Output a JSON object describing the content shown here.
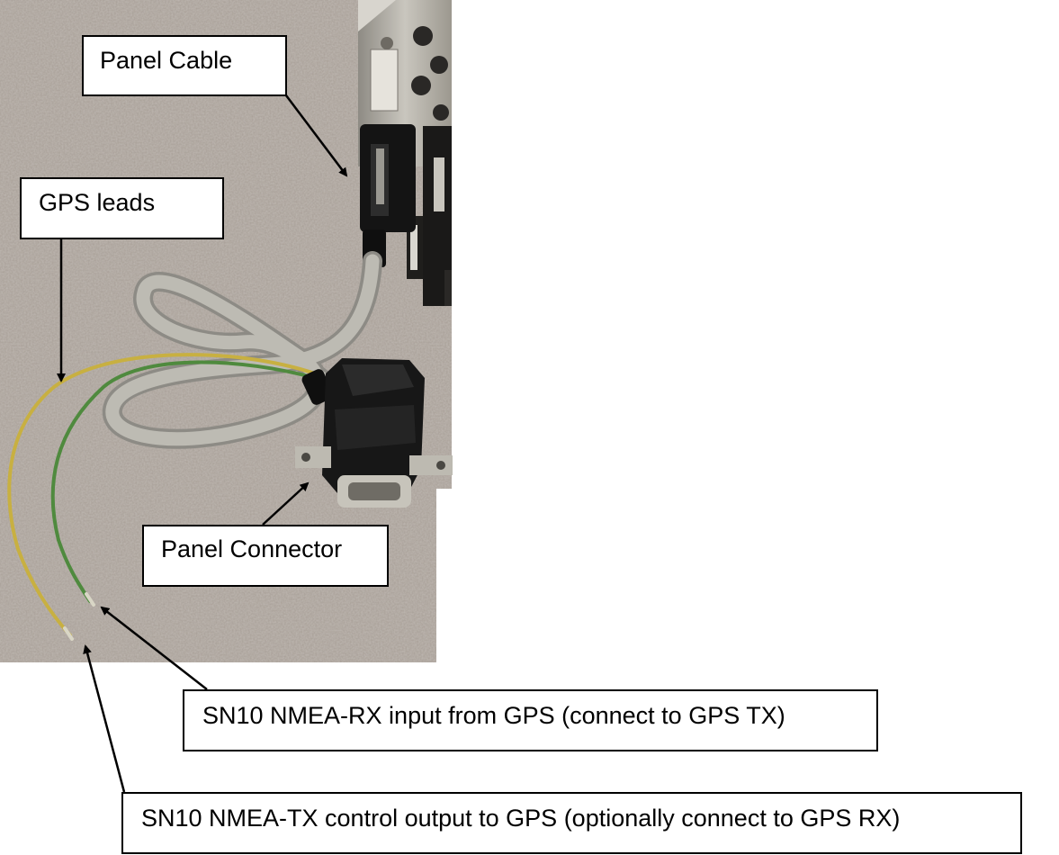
{
  "callouts": {
    "panel_cable": "Panel Cable",
    "gps_leads": "GPS leads",
    "panel_connector": "Panel Connector",
    "nmea_rx": "SN10 NMEA-RX input from GPS (connect to GPS TX)",
    "nmea_tx": "SN10 NMEA-TX control output to GPS (optionally connect to GPS RX)"
  },
  "colors": {
    "background": "#ffffff",
    "carpet": "#a79e96",
    "cable_grey": "#b7b5ad",
    "lead_yellow": "#c8b041",
    "lead_green": "#4f8a3e",
    "connector_black": "#161616",
    "device_metal": "#b9b6ae",
    "callout_border": "#000000",
    "arrow": "#000000"
  }
}
